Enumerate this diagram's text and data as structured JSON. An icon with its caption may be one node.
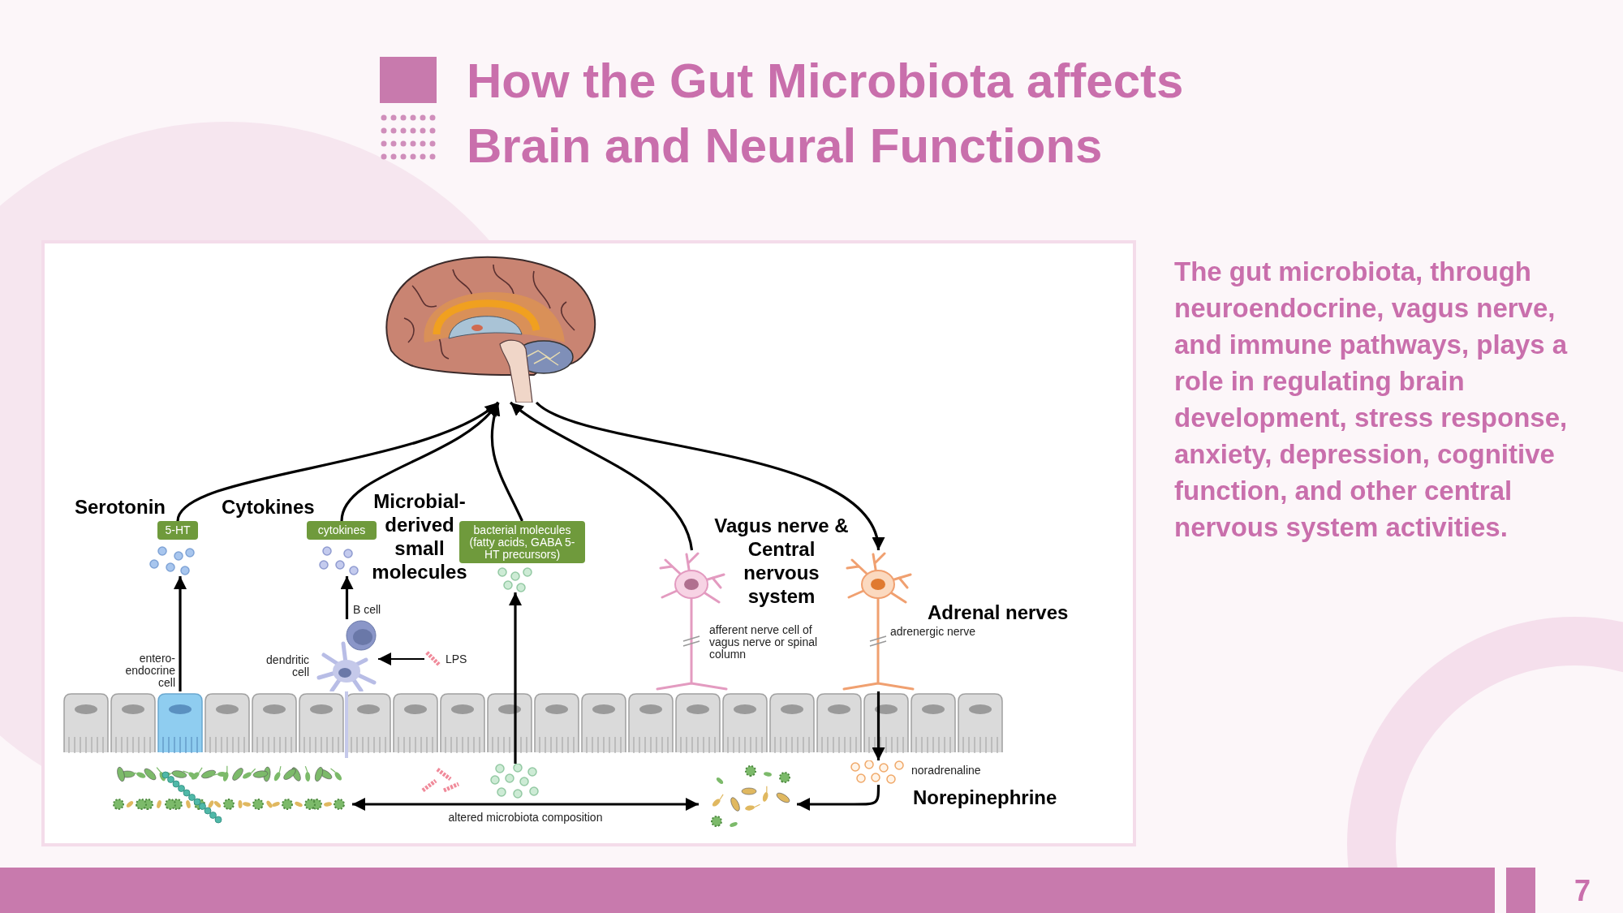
{
  "diagram": {
    "title": "How the Gut Microbiota affects Brain and Neural Functions",
    "nodes": [
      {
        "text": [],
        "shape": "picture"
      },
      {
        "text": [
          "5-HT"
        ]
      },
      {
        "text": [
          "cytokines"
        ]
      },
      {
        "text": [
          "bacterial molecules (fatty acids, GABA 5-HT precursors)"
        ]
      },
      {
        "text": [],
        "shape": "picture",
        "beside": [
          "afferent nerve cell of vagus nerve or spinal column"
        ]
      },
      {
        "text": [],
        "shape": "picture",
        "beside": [
          "adrenergic nerve"
        ]
      },
      {
        "text": [],
        "shape": "picture",
        "beside": [
          "entero-endocrine cell"
        ]
      },
      {
        "text": [],
        "shape": "picture",
        "beside": [
          "dendritic cell",
          "B cell"
        ]
      },
      {
        "text": [
          "LPS"
        ]
      },
      {
        "text": [],
        "shape": "picture"
      },
      {
        "text": [],
        "shape": "picture"
      },
      {
        "text": [],
        "shape": "picture"
      },
      {
        "text": [],
        "shape": "picture"
      },
      {
        "text": [],
        "shape": "picture"
      },
      {
        "text": [],
        "shape": "picture",
        "beside": [
          "noradrenaline"
        ]
      },
      {
        "text": [],
        "shape": "picture"
      }
    ],
    "edges": [
      {
        "from": 6,
        "to": 9,
        "arrow": "to"
      },
      {
        "from": 7,
        "to": 10,
        "arrow": "to"
      },
      {
        "from": 12,
        "to": 11,
        "arrow": "to"
      },
      {
        "from": 1,
        "to": 0,
        "arrow": "to"
      },
      {
        "from": 2,
        "to": 0,
        "arrow": "to"
      },
      {
        "from": 3,
        "to": 0,
        "arrow": "to"
      },
      {
        "from": 4,
        "to": 0,
        "arrow": "to"
      },
      {
        "from": 0,
        "to": 5,
        "arrow": "to"
      },
      {
        "from": 5,
        "to": 14,
        "arrow": "to"
      },
      {
        "from": 14,
        "to": 15,
        "arrow": "to"
      },
      {
        "from": 13,
        "to": 15,
        "arrow": "both",
        "label": "altered microbiota composition"
      },
      {
        "from": 8,
        "to": 7,
        "arrow": "to"
      }
    ],
    "labels": [
      "Serotonin",
      "Cytokines",
      "Microbial-derived small molecules",
      "Vagus nerve & Central nervous system",
      "Adrenal nerves",
      "Norepinephrine",
      "The gut microbiota, through neuroendocrine, vagus nerve, and immune pathways, plays a role in regulating brain development, stress response, anxiety, depression, cognitive function, and other central nervous system activities.",
      "7"
    ]
  }
}
